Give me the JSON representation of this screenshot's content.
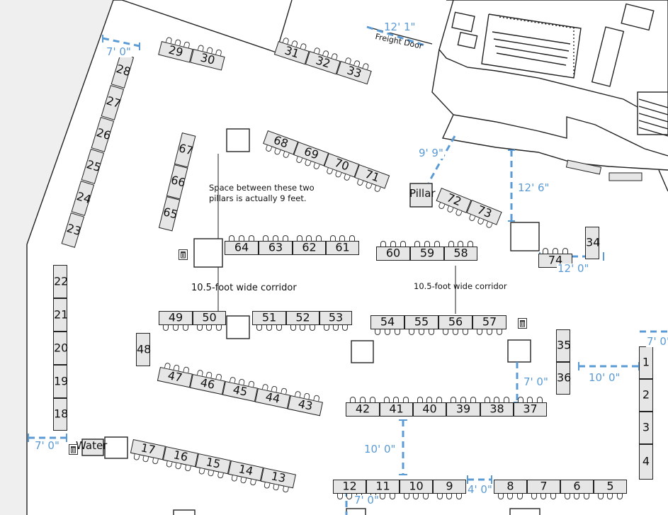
{
  "booths": {
    "t1": "1",
    "t2": "2",
    "t3": "3",
    "t4": "4",
    "t5": "5",
    "t6": "6",
    "t7": "7",
    "t8": "8",
    "t9": "9",
    "t10": "10",
    "t11": "11",
    "t12": "12",
    "t13": "13",
    "t14": "14",
    "t15": "15",
    "t16": "16",
    "t17": "17",
    "t18": "18",
    "t19": "19",
    "t20": "20",
    "t21": "21",
    "t22": "22",
    "t23": "23",
    "t24": "24",
    "t25": "25",
    "t26": "26",
    "t27": "27",
    "t28": "28",
    "t29": "29",
    "t30": "30",
    "t31": "31",
    "t32": "32",
    "t33": "33",
    "t34": "34",
    "t35": "35",
    "t36": "36",
    "t37": "37",
    "t38": "38",
    "t39": "39",
    "t40": "40",
    "t41": "41",
    "t42": "42",
    "t43": "43",
    "t44": "44",
    "t45": "45",
    "t46": "46",
    "t47": "47",
    "t48": "48",
    "t49": "49",
    "t50": "50",
    "t51": "51",
    "t52": "52",
    "t53": "53",
    "t54": "54",
    "t55": "55",
    "t56": "56",
    "t57": "57",
    "t58": "58",
    "t59": "59",
    "t60": "60",
    "t61": "61",
    "t62": "62",
    "t63": "63",
    "t64": "64",
    "t65": "65",
    "t66": "66",
    "t67": "67",
    "t68": "68",
    "t69": "69",
    "t70": "70",
    "t71": "71",
    "t72": "72",
    "t73": "73",
    "t74": "74"
  },
  "labels": {
    "pillar_note": "Space between these two pillars is actually 9 feet.",
    "corridor_left": "10.5-foot wide corridor",
    "corridor_right": "10.5-foot wide corridor",
    "pillar": "Pillar",
    "water": "Water",
    "freight_door": "Freight Door"
  },
  "dimensions": {
    "d_freight": "12' 1\"",
    "d_topleft": "7' 0\"",
    "d_pillar_diag": "9' 9\"",
    "d_right_vert": "12' 6\"",
    "d_right_horiz": "12' 0\"",
    "d_7_mid": "7' 0\"",
    "d_10_right": "10' 0\"",
    "d_7_far_right": "7' 0\"",
    "d_7_left": "7' 0\"",
    "d_10_bottom": "10' 0\"",
    "d_4_bottom": "4' 0\"",
    "d_7_bottom": "7' 0\""
  },
  "colors": {
    "dimension": "#5b9bd5",
    "table_fill": "#e6e6e6",
    "floor": "#ffffff",
    "outside": "#efefef"
  }
}
